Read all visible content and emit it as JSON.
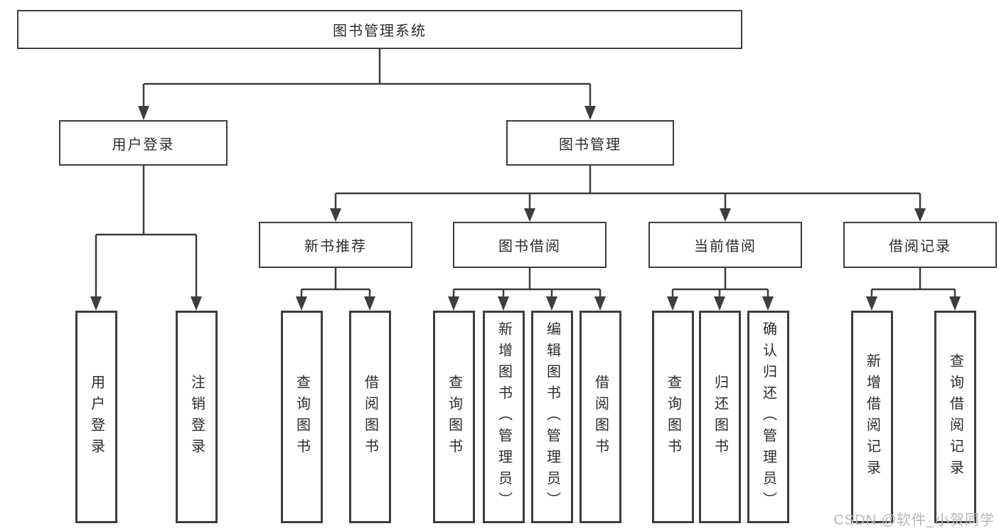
{
  "diagram_title": "图书管理系统",
  "root": {
    "label": "图书管理系统"
  },
  "level2": [
    {
      "label": "用户登录"
    },
    {
      "label": "图书管理"
    }
  ],
  "level3": [
    {
      "label": "新书推荐"
    },
    {
      "label": "图书借阅"
    },
    {
      "label": "当前借阅"
    },
    {
      "label": "借阅记录"
    }
  ],
  "leaves": [
    {
      "label": "用户登录"
    },
    {
      "label": "注销登录"
    },
    {
      "label": "查询图书"
    },
    {
      "label": "借阅图书"
    },
    {
      "label": "查询图书"
    },
    {
      "label": "新增图书（管理员）"
    },
    {
      "label": "编辑图书（管理员）"
    },
    {
      "label": "借阅图书"
    },
    {
      "label": "查询图书"
    },
    {
      "label": "归还图书"
    },
    {
      "label": "确认归还（管理员）"
    },
    {
      "label": "新增借阅记录"
    },
    {
      "label": "查询借阅记录"
    }
  ],
  "watermark": {
    "text": "CSDN @软件_小贺同学"
  },
  "colors": {
    "line": "#3d3d3d",
    "text": "#2b2b2b",
    "watermark": "#b8b8b8",
    "background": "#ffffff"
  }
}
